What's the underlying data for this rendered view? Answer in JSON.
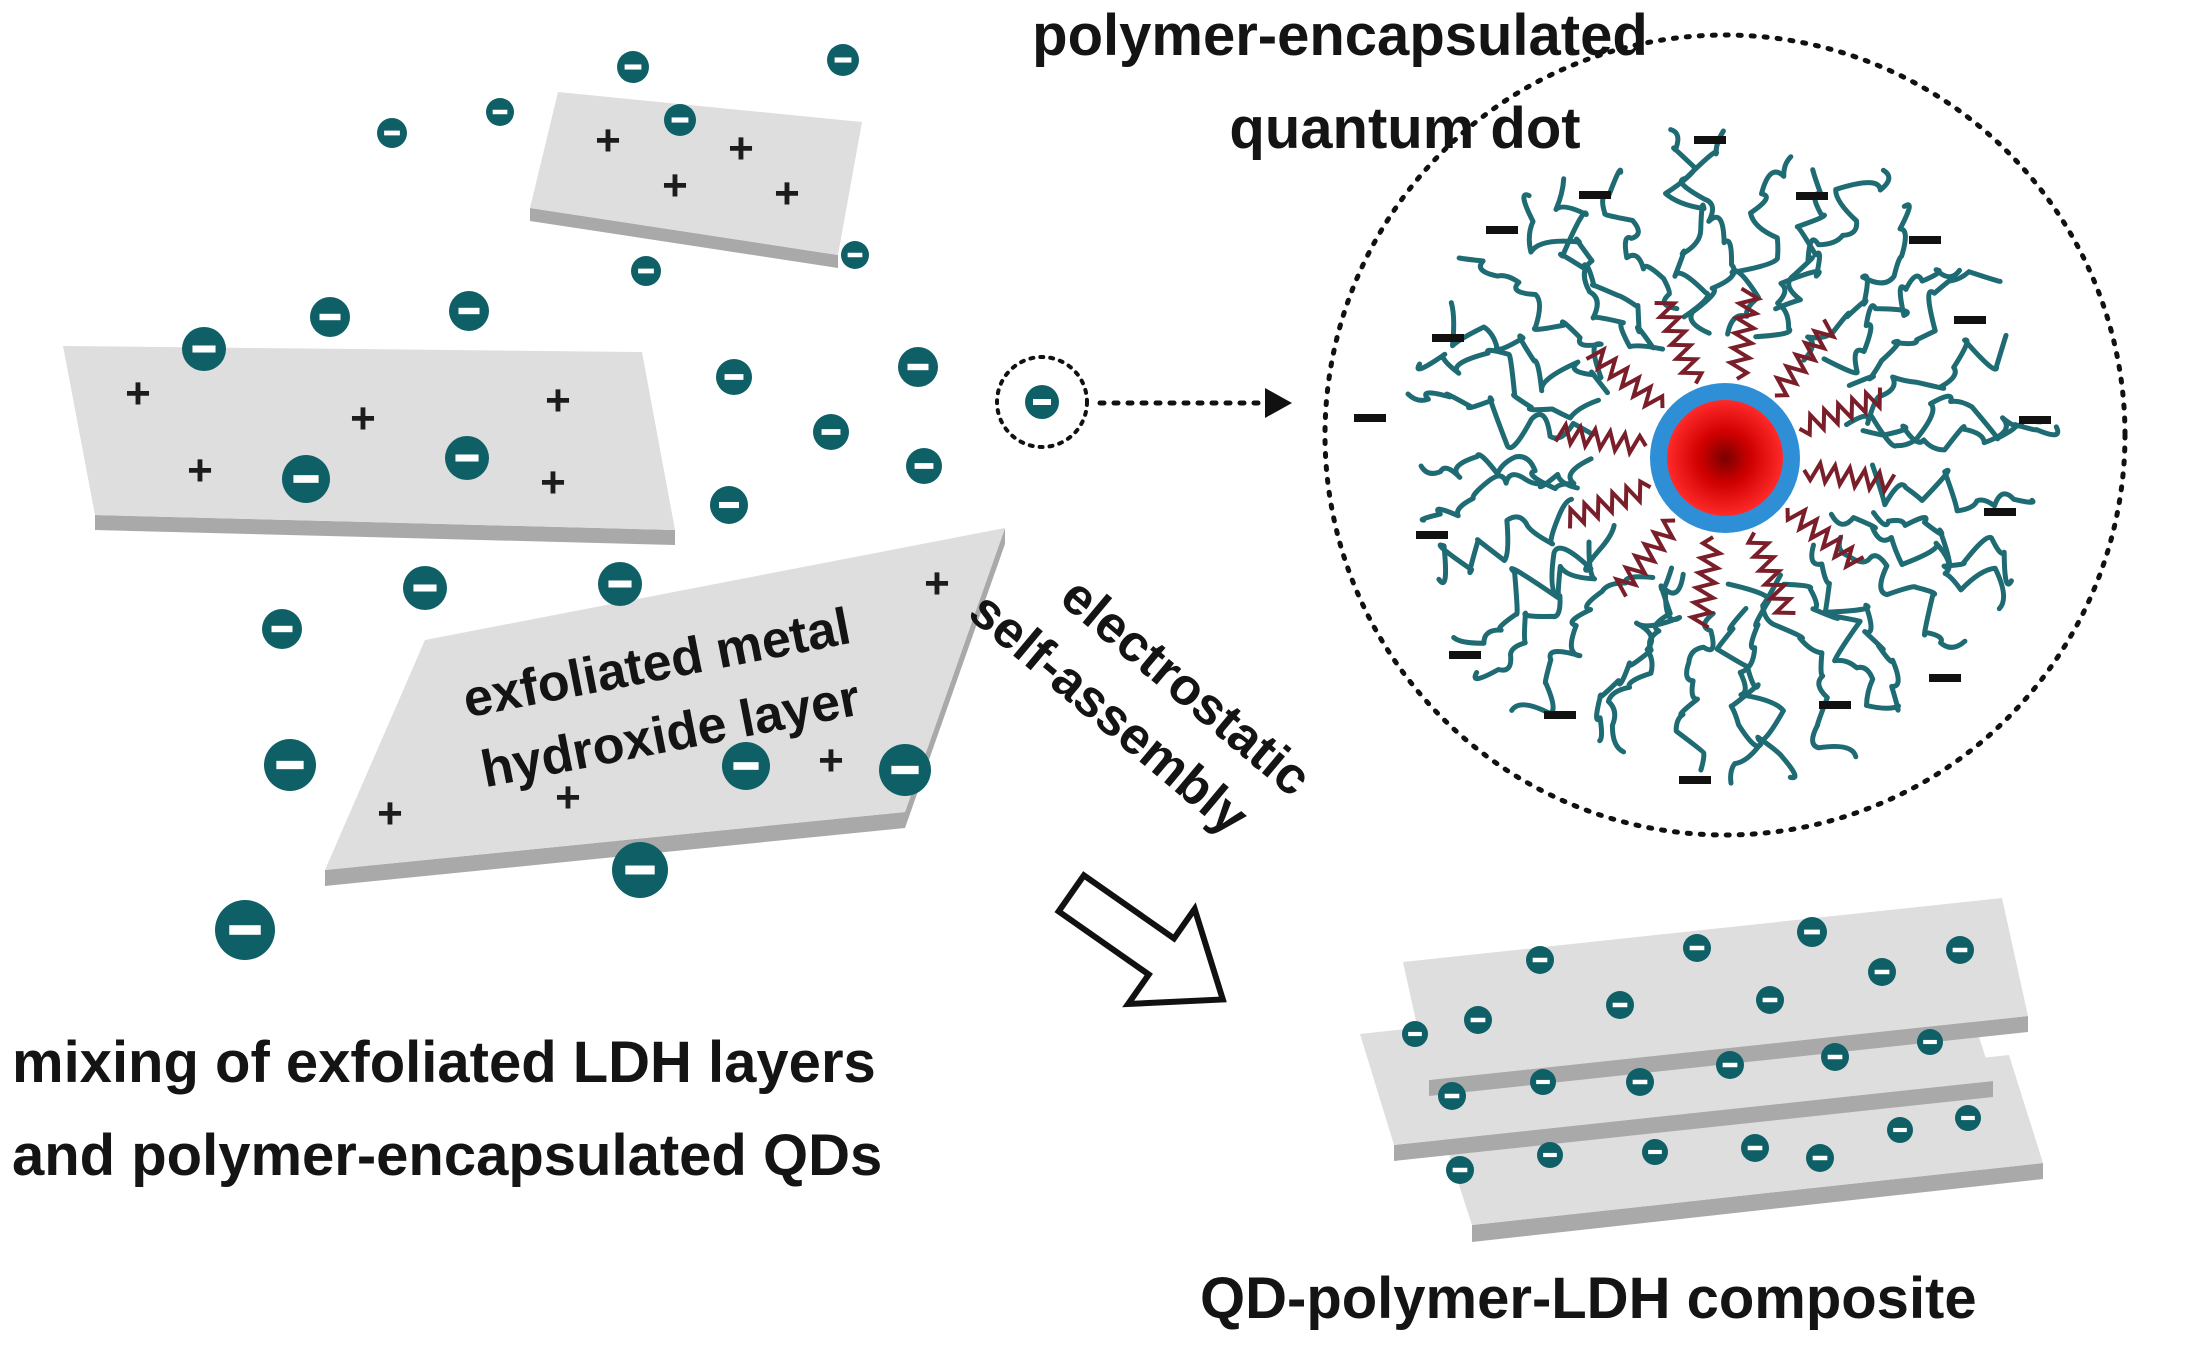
{
  "labels": {
    "qd_title_line1": "polymer-encapsulated",
    "qd_title_line2": "quantum dot",
    "ldh_layer_line1": "exfoliated metal",
    "ldh_layer_line2": "hydroxide layer",
    "assembly_line1": "electrostatic",
    "assembly_line2": "self-assembly",
    "mixing_line1": "mixing of exfoliated LDH layers",
    "mixing_line2": "and polymer-encapsulated QDs",
    "composite": "QD-polymer-LDH composite"
  },
  "symbols": {
    "plus": "+",
    "minus": "−"
  },
  "colors": {
    "qd_particle": "#0f5f67",
    "polymer_chain": "#1f6b73",
    "linker": "#7a1f2a",
    "qd_core": "#ff1a1a",
    "qd_shell": "#2f8fd6",
    "layer_top": "#dedede",
    "layer_side": "#a9a9a9",
    "text": "#141414"
  },
  "icons": [
    "negative-charge-icon",
    "positive-charge-icon",
    "arrow-icon",
    "dotted-arrow-icon"
  ]
}
